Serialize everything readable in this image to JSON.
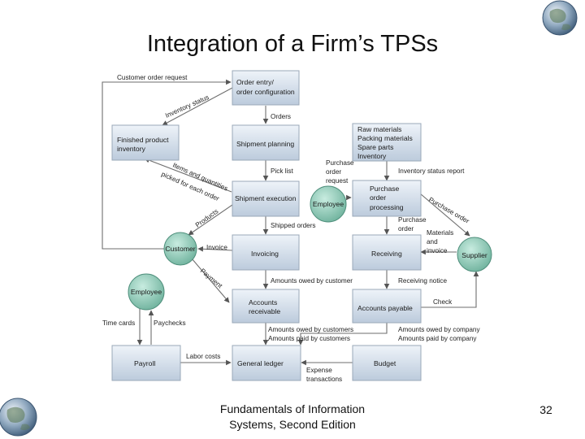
{
  "title": "Integration of a Firm’s TPSs",
  "footer": {
    "line1": "Fundamentals of Information",
    "line2": "Systems, Second Edition"
  },
  "page_number": "32",
  "logo": {
    "icon": "globe-icon"
  },
  "diagram": {
    "boxes": {
      "order_entry": [
        "Order entry/",
        "order configuration"
      ],
      "finished_product": [
        "Finished product",
        "inventory"
      ],
      "shipment_planning": [
        "Shipment planning"
      ],
      "raw_materials": [
        "Raw materials",
        "Packing materials",
        "Spare parts",
        "Inventory"
      ],
      "shipment_execution": [
        "Shipment execution"
      ],
      "purchase_order_processing": [
        "Purchase",
        "order",
        "processing"
      ],
      "invoicing": [
        "Invoicing"
      ],
      "receiving": [
        "Receiving"
      ],
      "accounts_receivable": [
        "Accounts",
        "receivable"
      ],
      "accounts_payable": [
        "Accounts payable"
      ],
      "payroll": [
        "Payroll"
      ],
      "general_ledger": [
        "General ledger"
      ],
      "budget": [
        "Budget"
      ]
    },
    "circles": {
      "employee_center": "Employee",
      "customer": "Customer",
      "supplier": "Supplier",
      "employee_left": "Employee"
    },
    "labels": {
      "customer_order_request": "Customer order request",
      "inventory_status": "Inventory status",
      "orders": "Orders",
      "pick_list": "Pick list",
      "items_quantities": [
        "Items and quantities",
        "picked for each order"
      ],
      "products": "Products",
      "shipped_orders": "Shipped orders",
      "purchase_order_request": [
        "Purchase",
        "order",
        "request"
      ],
      "inventory_status_report": "Inventory status report",
      "purchase_order_diag": "Purchase order",
      "purchase_order": [
        "Purchase",
        "order"
      ],
      "materials_invoice": [
        "Materials",
        "and",
        "invoice"
      ],
      "invoice": "Invoice",
      "payment": "Payment",
      "amounts_owed_by_customer": "Amounts owed by customer",
      "receiving_notice": "Receiving notice",
      "check": "Check",
      "time_cards": "Time cards",
      "paychecks": "Paychecks",
      "amounts_owed_by_customers": "Amounts owed by customers",
      "amounts_paid_by_customers": "Amounts paid by customers",
      "amounts_owed_by_company": "Amounts owed by company",
      "amounts_paid_by_company": "Amounts paid by company",
      "labor_costs": "Labor costs",
      "expense_transactions": [
        "Expense",
        "transactions"
      ]
    }
  }
}
